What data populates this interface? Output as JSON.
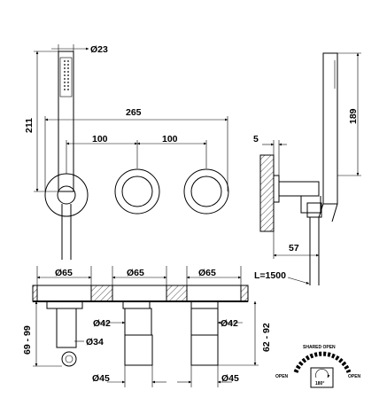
{
  "dimensions": {
    "handshower_diameter": "Ø23",
    "overall_height": "211",
    "overall_width": "265",
    "spacing_left": "100",
    "spacing_right": "100",
    "wall_depth": "5",
    "holder_height": "189",
    "projection": "57",
    "hose_length": "L=1500",
    "plate_diameter_1": "Ø65",
    "plate_diameter_2": "Ø65",
    "plate_diameter_3": "Ø65",
    "body_diameter_middle": "Ø42",
    "body_diameter_right": "Ø42",
    "outlet_diameter": "Ø34",
    "base_diameter_middle": "Ø45",
    "base_diameter_right": "Ø45",
    "depth_range_left": "69 - 99",
    "depth_range_right": "62 - 92"
  },
  "diverter": {
    "top_label": "SHARED OPEN",
    "left_label": "OPEN",
    "right_label": "OPEN",
    "angle_label": "180°"
  }
}
